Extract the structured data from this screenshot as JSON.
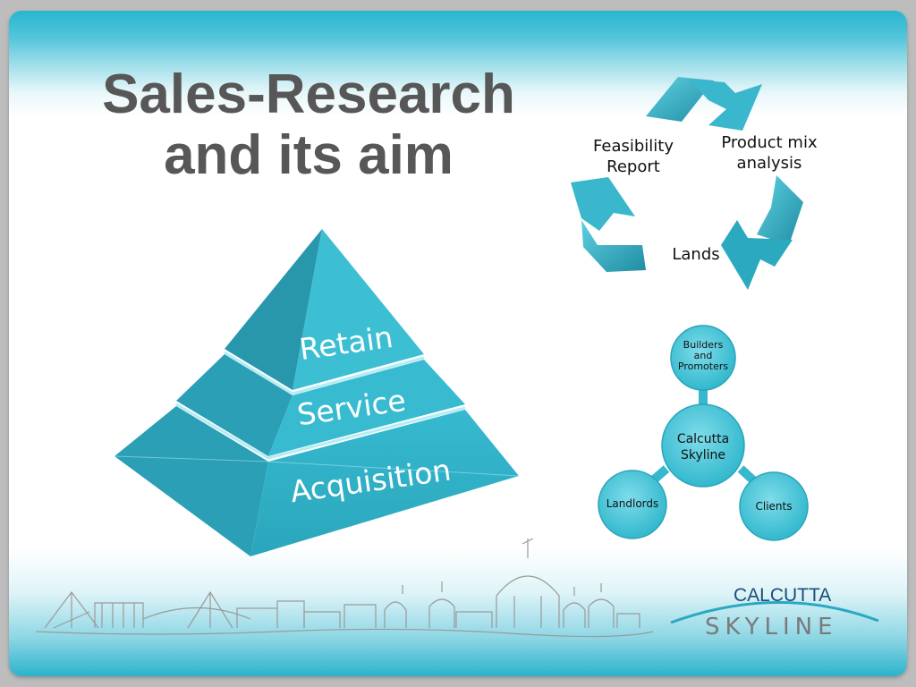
{
  "slide": {
    "title_line1": "Sales-Research",
    "title_line2": "and its aim"
  },
  "cycle": {
    "feasibility_line1": "Feasibility",
    "feasibility_line2": "Report",
    "product_line1": "Product mix",
    "product_line2": "analysis",
    "lands": "Lands"
  },
  "pyramid": {
    "top": "Retain",
    "middle": "Service",
    "bottom": "Acquisition"
  },
  "hub": {
    "center_line1": "Calcutta",
    "center_line2": "Skyline",
    "builders_line1": "Builders",
    "builders_line2": "and",
    "builders_line3": "Promoters",
    "landlords": "Landlords",
    "clients": "Clients"
  },
  "logo": {
    "top": "CALCUTTA",
    "bottom": "SKYLINE"
  },
  "colors": {
    "teal": "#2fb1c7",
    "teal_dark": "#1e8ea3",
    "title_gray": "#575757",
    "navy": "#1d4d7a"
  }
}
